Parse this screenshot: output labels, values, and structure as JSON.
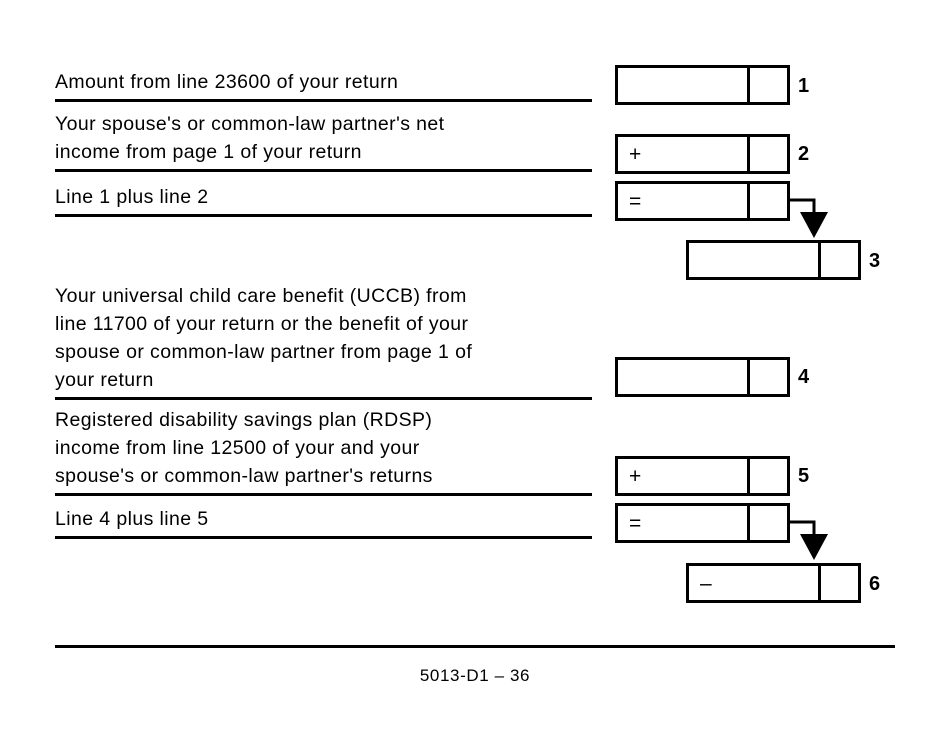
{
  "document": {
    "form_id": "5013-D1",
    "page_label": "36",
    "footer": "5013-D1 – 36"
  },
  "lines": [
    {
      "number": "1",
      "label": "Amount from line 23600 of your return",
      "operator": "",
      "box": "indent_none"
    },
    {
      "number": "2",
      "label": "Your spouse's or common-law partner's net\nincome from page 1 of your return",
      "operator": "+",
      "box": "indent_none"
    },
    {
      "number": "3",
      "label": "Line 1 plus line 2",
      "operator": "=",
      "result_operator": "",
      "box": "indent_right"
    },
    {
      "number": "4",
      "label": "Your universal child care benefit (UCCB) from\nline 11700 of your return or the benefit of your\nspouse or common-law partner from page 1 of\nyour return",
      "operator": "",
      "box": "indent_none"
    },
    {
      "number": "5",
      "label": "Registered disability savings plan (RDSP)\nincome from line 12500 of your and your\nspouse's or common-law partner's returns",
      "operator": "+",
      "box": "indent_none"
    },
    {
      "number": "6",
      "label": "Line 4 plus line 5",
      "operator": "=",
      "result_operator": "–",
      "box": "indent_right"
    }
  ],
  "colors": {
    "ink": "#000000",
    "paper": "#ffffff"
  }
}
